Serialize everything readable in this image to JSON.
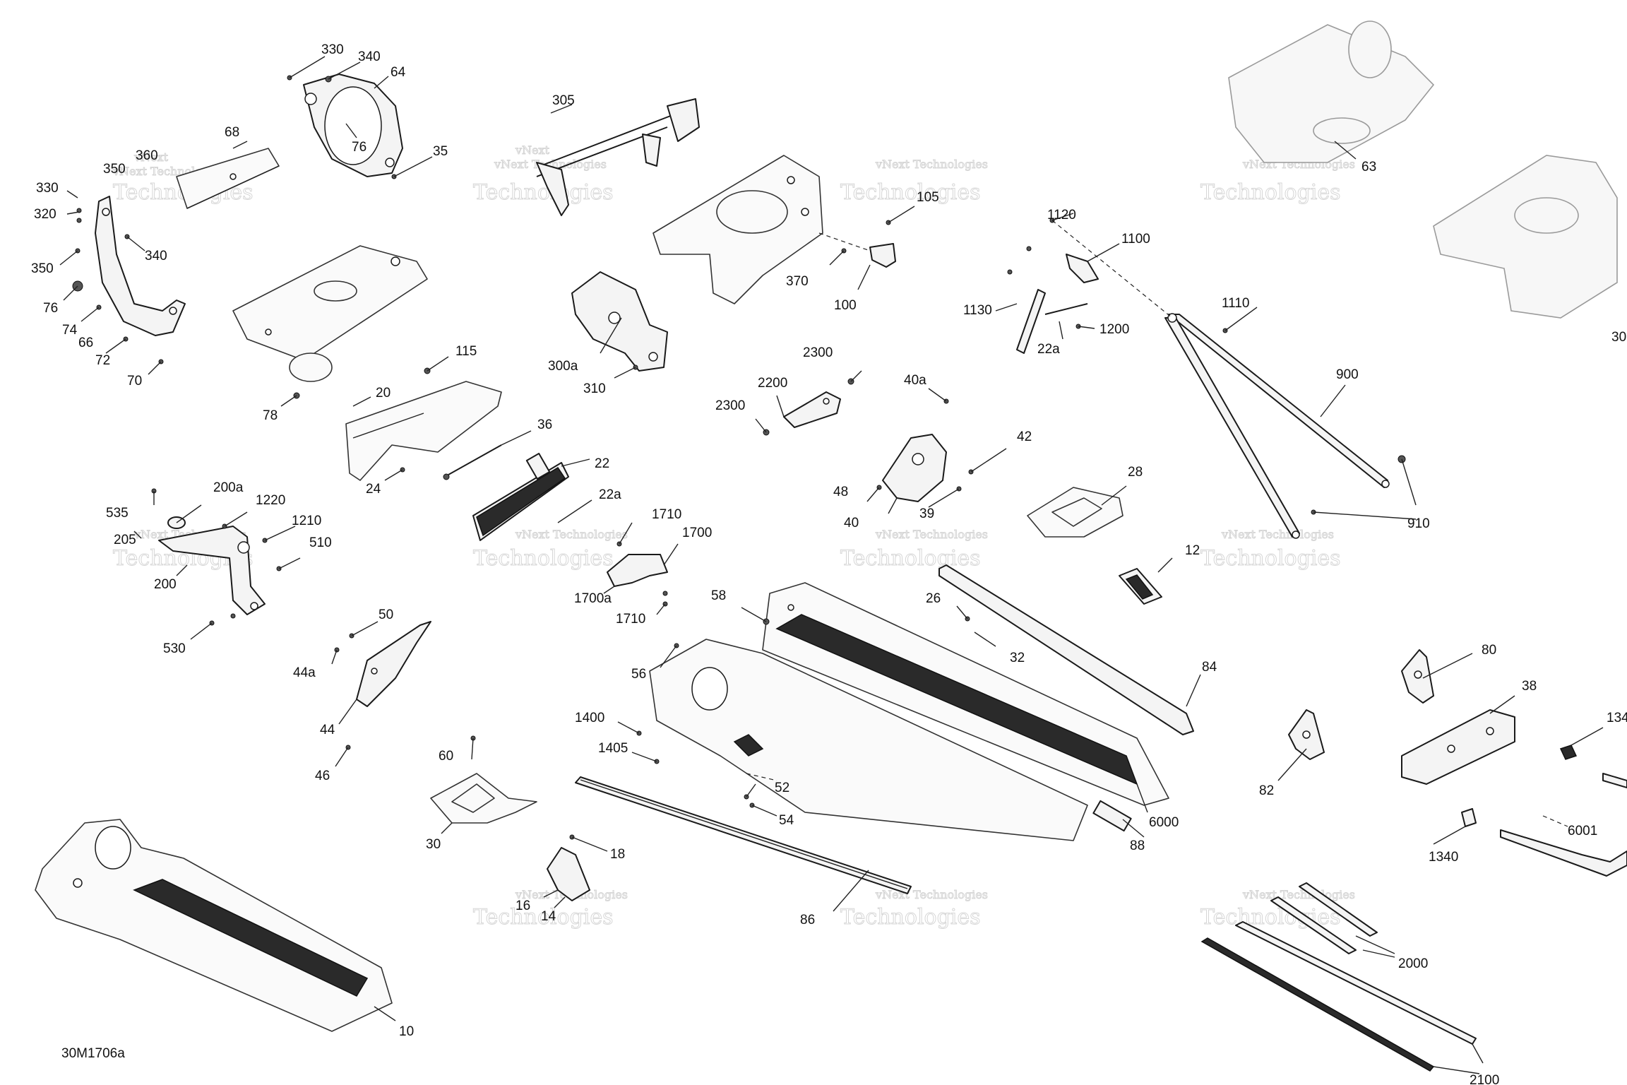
{
  "drawing_number": "30M1706a",
  "watermark": {
    "line1": "vNext",
    "line2": "vNext Technologies",
    "line3": "Technologies"
  },
  "callouts": {
    "c330a": "330",
    "c340a": "340",
    "c64": "64",
    "c76a": "76",
    "c35": "35",
    "c68": "68",
    "c360": "360",
    "c350a": "350",
    "c330b": "330",
    "c320": "320",
    "c340b": "340",
    "c350b": "350",
    "c76b": "76",
    "c74": "74",
    "c66": "66",
    "c72": "72",
    "c70": "70",
    "c78": "78",
    "c305": "305",
    "c300a": "300a",
    "c310": "310",
    "c370": "370",
    "c105": "105",
    "c100": "100",
    "c115": "115",
    "c20": "20",
    "c24": "24",
    "c36": "36",
    "c22": "22",
    "c22a_mid": "22a",
    "c2300a": "2300",
    "c2200": "2200",
    "c2300b": "2300",
    "c40a": "40a",
    "c42": "42",
    "c48": "48",
    "c40": "40",
    "c39": "39",
    "c1120": "1120",
    "c1100": "1100",
    "c1130": "1130",
    "c1200": "1200",
    "c22a_right": "22a",
    "c1110": "1110",
    "c900": "900",
    "c910": "910",
    "c63": "63",
    "c300_edge": "30",
    "c28": "28",
    "c12": "12",
    "c535": "535",
    "c200a": "200a",
    "c1220": "1220",
    "c1210": "1210",
    "c205": "205",
    "c510": "510",
    "c200": "200",
    "c530": "530",
    "c1710a": "1710",
    "c1700": "1700",
    "c1700a": "1700a",
    "c1710b": "1710",
    "c50": "50",
    "c44a": "44a",
    "c44": "44",
    "c46": "46",
    "c58": "58",
    "c26": "26",
    "c32": "32",
    "c84": "84",
    "c56": "56",
    "c1400": "1400",
    "c1405": "1405",
    "c52": "52",
    "c54": "54",
    "c6000": "6000",
    "c88": "88",
    "c60": "60",
    "c30": "30",
    "c18": "18",
    "c16": "16",
    "c14": "14",
    "c86": "86",
    "c80": "80",
    "c38": "38",
    "c134_edge": "134",
    "c82": "82",
    "c1340": "1340",
    "c6001": "6001",
    "c2000": "2000",
    "c2100": "2100",
    "c10": "10"
  }
}
